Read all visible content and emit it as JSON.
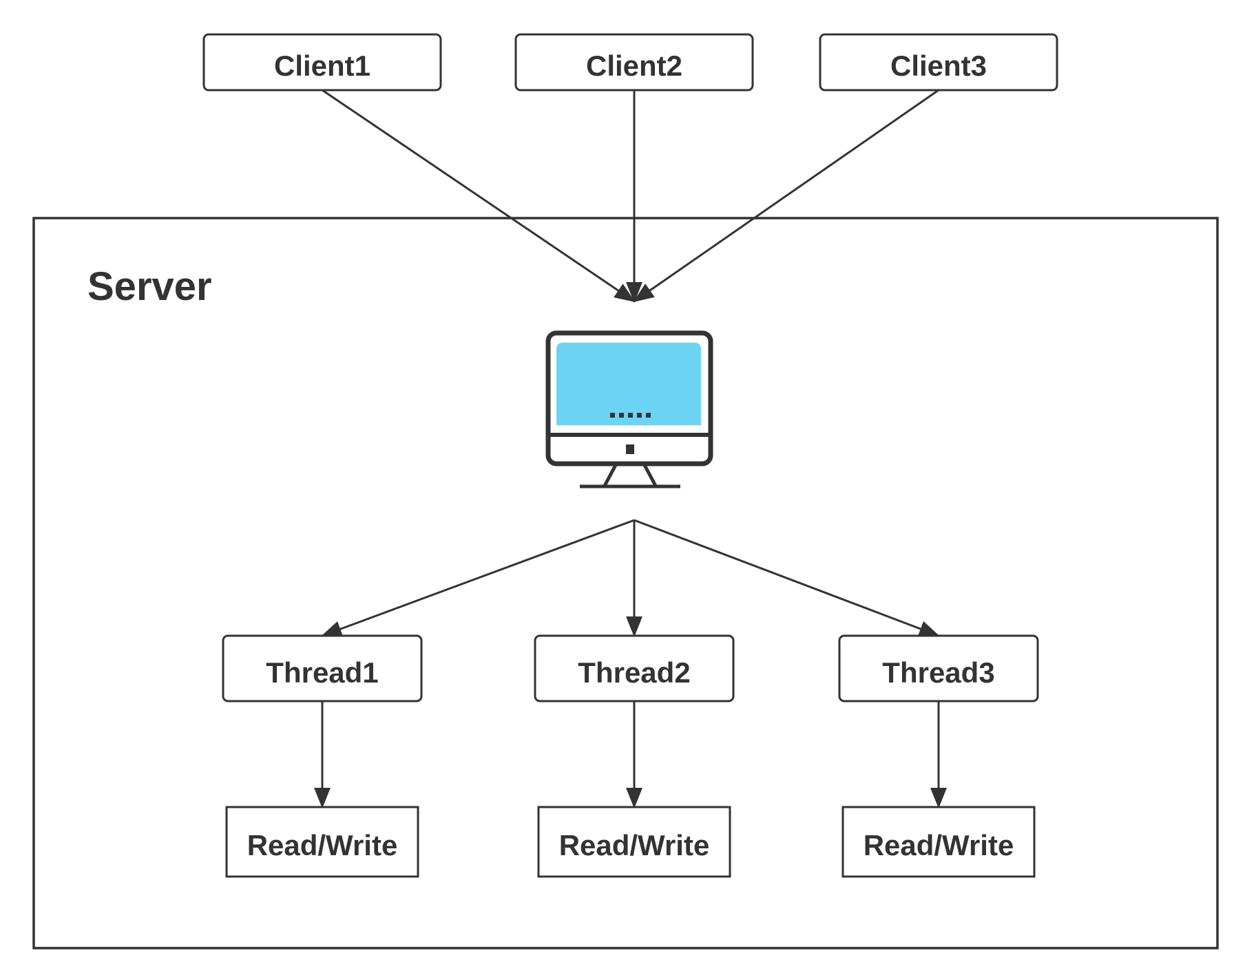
{
  "server": {
    "label": "Server"
  },
  "clients": [
    {
      "label": "Client1"
    },
    {
      "label": "Client2"
    },
    {
      "label": "Client3"
    }
  ],
  "threads": [
    {
      "label": "Thread1"
    },
    {
      "label": "Thread2"
    },
    {
      "label": "Thread3"
    }
  ],
  "io": [
    {
      "label": "Read/Write"
    },
    {
      "label": "Read/Write"
    },
    {
      "label": "Read/Write"
    }
  ],
  "icons": {
    "server_computer": "desktop-computer-icon"
  },
  "colors": {
    "stroke": "#333333",
    "screen": "#6DD3F4",
    "background": "#ffffff"
  }
}
